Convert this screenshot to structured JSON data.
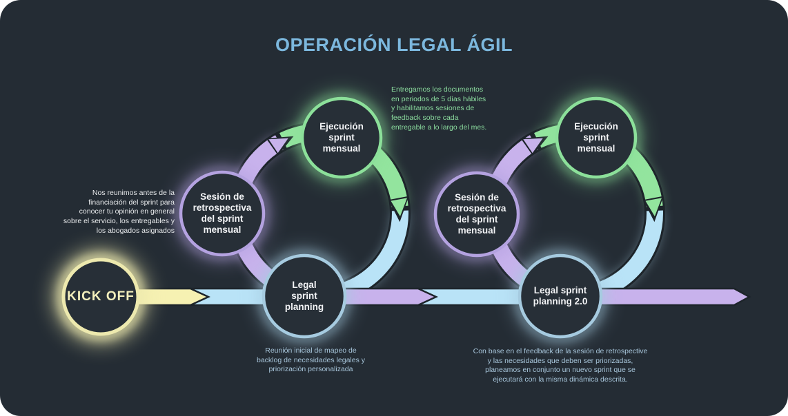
{
  "title": "OPERACIÓN LEGAL ÁGIL",
  "colors": {
    "page_background": "#ffffff",
    "card_background": "#242c34",
    "title_blue": "#7cb8de",
    "band_yellow": "#f6f1b2",
    "band_green": "#93e49e",
    "band_purple": "#c8b2ec",
    "band_blue": "#b9e3f7",
    "circle_fill": "#272f37",
    "border_yellow": "#ede9ae",
    "border_green": "#8ce09a",
    "border_purple": "#b4a2e0",
    "border_blue": "#a6cbe0",
    "dark_edge": "#1d242a",
    "text_white": "#f2f3f5",
    "text_green_annotation": "#8bdb9e",
    "text_blue_annotation": "#a7c5da"
  },
  "kickoff": {
    "label": "KICK OFF"
  },
  "loops": [
    {
      "nodes": {
        "ejecucion": {
          "label": "Ejecución\nsprint\nmensual"
        },
        "retrospectiva": {
          "label": "Sesión de\nretrospectiva\ndel sprint\nmensual"
        },
        "planning": {
          "label": "Legal\nsprint\nplanning"
        }
      }
    },
    {
      "nodes": {
        "ejecucion": {
          "label": "Ejecución\nsprint\nmensual"
        },
        "retrospectiva": {
          "label": "Sesión de\nretrospectiva\ndel sprint\nmensual"
        },
        "planning": {
          "label": "Legal sprint\nplanning 2.0"
        }
      }
    }
  ],
  "annotations": {
    "kickoff": "Nos reunimos antes de la\nfinanciación del sprint para\nconocer tu opinión en general\nsobre el servicio, los entregables y\nlos abogados asignados",
    "ejecucion": "Entregamos los documentos\nen periodos de 5 días hábiles\ny habilitamos sesiones de\nfeedback sobre cada\nentregable a lo largo del mes.",
    "planning": "Reunión inicial de mapeo de\nbacklog de necesidades legales y\npriorización personalizada",
    "planning2": "Con base en el feedback de la sesión de retrospective\ny las necesidades que deben ser priorizadas,\nplaneamos en conjunto un nuevo sprint que se\nejecutará con la misma dinámica descrita."
  }
}
